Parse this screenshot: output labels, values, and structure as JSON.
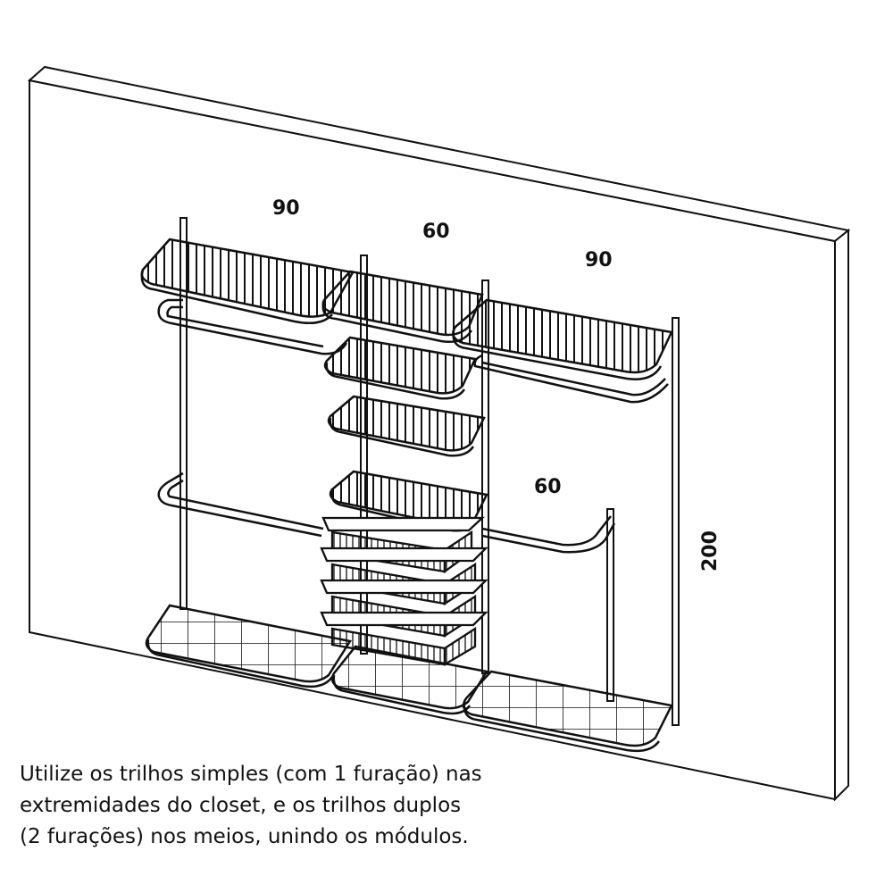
{
  "dimensions": {
    "left_width": "90",
    "center_width": "60",
    "right_width": "90",
    "right_lower_width": "60",
    "height": "200"
  },
  "note": {
    "line1": "Utilize os trilhos simples (com 1 furação) nas",
    "line2": "extremidades do closet, e os trilhos duplos",
    "line3": "(2 furações) nos meios, unindo os módulos."
  }
}
